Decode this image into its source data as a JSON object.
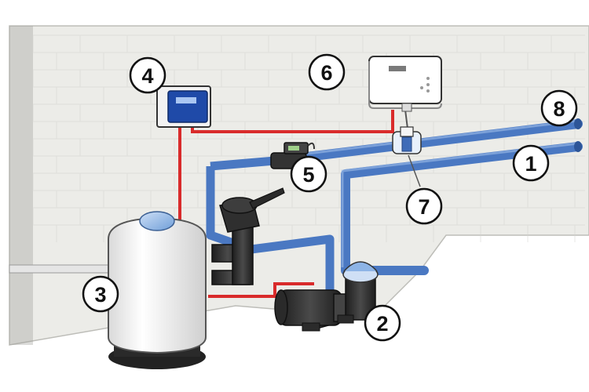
{
  "colors": {
    "wall": "#ecece8",
    "wall_lines": "#d4d4cf",
    "blue_pipe": "#4a78c2",
    "blue_pipe_dark": "#2d5598",
    "red_wire": "#d92b2b",
    "equipment_dark": "#2f2f2f",
    "filter_body": "#f4f4f4",
    "filter_cap": "#8db4e6",
    "outline": "#1a1a1a"
  },
  "labels": [
    {
      "id": "inlet-pipe",
      "text": "1"
    },
    {
      "id": "pump",
      "text": "2"
    },
    {
      "id": "sand-filter",
      "text": "3"
    },
    {
      "id": "control-box",
      "text": "4"
    },
    {
      "id": "flow-switch",
      "text": "5"
    },
    {
      "id": "chlorinator-unit",
      "text": "6"
    },
    {
      "id": "electrolysis-cell",
      "text": "7"
    },
    {
      "id": "return-pipe",
      "text": "8"
    }
  ],
  "icons": {
    "control_box": "electrical-control-box-icon",
    "chlorinator": "salt-chlorinator-power-unit-icon",
    "cell": "electrolysis-cell-icon",
    "flow_switch": "flow-switch-icon",
    "pump": "pool-pump-icon",
    "filter": "sand-filter-tank-icon",
    "valve": "multiport-valve-icon"
  }
}
